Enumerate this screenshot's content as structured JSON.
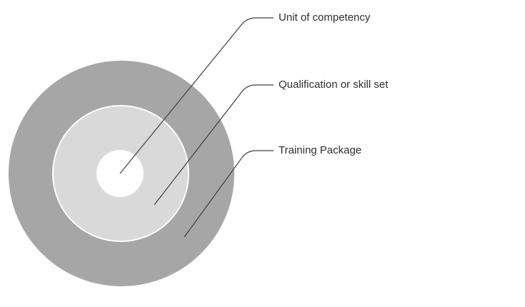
{
  "diagram": {
    "type": "concentric-rings",
    "rings": [
      {
        "level": "outer",
        "label": "Training Package",
        "fill": "#a6a6a6"
      },
      {
        "level": "middle",
        "label": "Qualification or skill set",
        "fill": "#d9d9d9"
      },
      {
        "level": "inner",
        "label": "Unit of competency",
        "fill": "#ffffff"
      }
    ],
    "callouts": [
      {
        "text": "Unit of competency",
        "points_to": "inner circle"
      },
      {
        "text": "Qualification or skill set",
        "points_to": "middle circle"
      },
      {
        "text": "Training Package",
        "points_to": "outer circle"
      }
    ],
    "colors": {
      "outer_ring": "#a6a6a6",
      "middle_ring": "#d9d9d9",
      "inner_ring": "#ffffff",
      "ring_border": "#ffffff",
      "leader_line": "#404040",
      "label_text": "#2e2e2e",
      "background": "#ffffff"
    }
  }
}
